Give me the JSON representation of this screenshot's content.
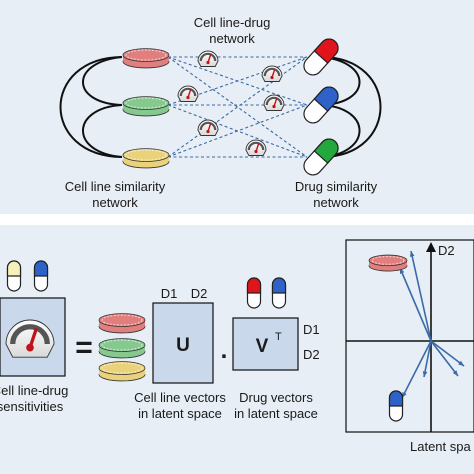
{
  "top_panel": {
    "network_label_line1": "Cell line-drug",
    "network_label_line2": "network",
    "cell_similarity_line1": "Cell line similarity",
    "cell_similarity_line2": "network",
    "drug_similarity_line1": "Drug similarity",
    "drug_similarity_line2": "network"
  },
  "bottom_left": {
    "equals_sign": "=",
    "sensitivity_line1": "Cell line-drug",
    "sensitivity_line2": "sensitivities",
    "matrix_u": "U",
    "dot": ".",
    "matrix_v": "V",
    "matrix_v_superscript": "T",
    "u_col_d1": "D1",
    "u_col_d2": "D2",
    "v_row_d1": "D1",
    "v_row_d2": "D2",
    "cell_vectors_line1": "Cell line vectors",
    "cell_vectors_line2": "in latent space",
    "drug_vectors_line1": "Drug vectors",
    "drug_vectors_line2": "in latent space"
  },
  "latent_panel": {
    "axis_d2": "D2",
    "caption": "Latent spa"
  },
  "colors": {
    "panel_fill": "#e7eef6",
    "matrix_fill": "#c9d8ea",
    "dish_red": "#e17f7f",
    "dish_green": "#86c98f",
    "dish_yellow": "#ead27c",
    "capsule_red": "#e0151b",
    "capsule_blue": "#2f62c8",
    "capsule_green": "#22a83c",
    "capsule_cream": "#f6f1b8",
    "edge_blue": "#3b6aa6"
  }
}
